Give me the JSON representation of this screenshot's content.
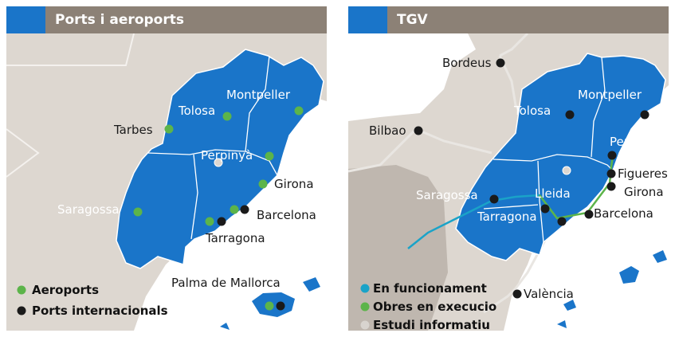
{
  "panels": [
    {
      "title": "Ports i aeroports",
      "places": {
        "tolosa": "Tolosa",
        "montpeller": "Montpeller",
        "tarbes": "Tarbes",
        "perpinya": "Perpinyà",
        "girona": "Girona",
        "saragossa": "Saragossa",
        "barcelona": "Barcelona",
        "tarragona": "Tarragona",
        "palma": "Palma de Mallorca"
      },
      "legend": [
        {
          "label": "Aeroports",
          "color": "#5cb44a"
        },
        {
          "label": "Ports internacionals",
          "color": "#1a1a1a"
        }
      ]
    },
    {
      "title": "TGV",
      "places": {
        "bordeus": "Bordeus",
        "bilbao": "Bilbao",
        "tolosa": "Tolosa",
        "montpeller": "Montpeller",
        "perpinya": "Perpinyà",
        "figueres": "Figueres",
        "girona": "Girona",
        "saragossa": "Saragossa",
        "lleida": "Lleida",
        "tarragona": "Tarragona",
        "barcelona": "Barcelona",
        "valencia": "València"
      },
      "legend": [
        {
          "label": "En funcionament",
          "color": "#1aa3c8"
        },
        {
          "label": "Obres en execucio",
          "color": "#5cb44a"
        },
        {
          "label": "Estudi informatiu",
          "color": "#d8d4cf"
        }
      ]
    }
  ],
  "colors": {
    "header": "#8c8176",
    "header_accent": "#1a75c9",
    "region": "#1a75c9",
    "land": "#ddd7d0",
    "sea": "#ffffff",
    "dark_land": "#a59c93"
  }
}
